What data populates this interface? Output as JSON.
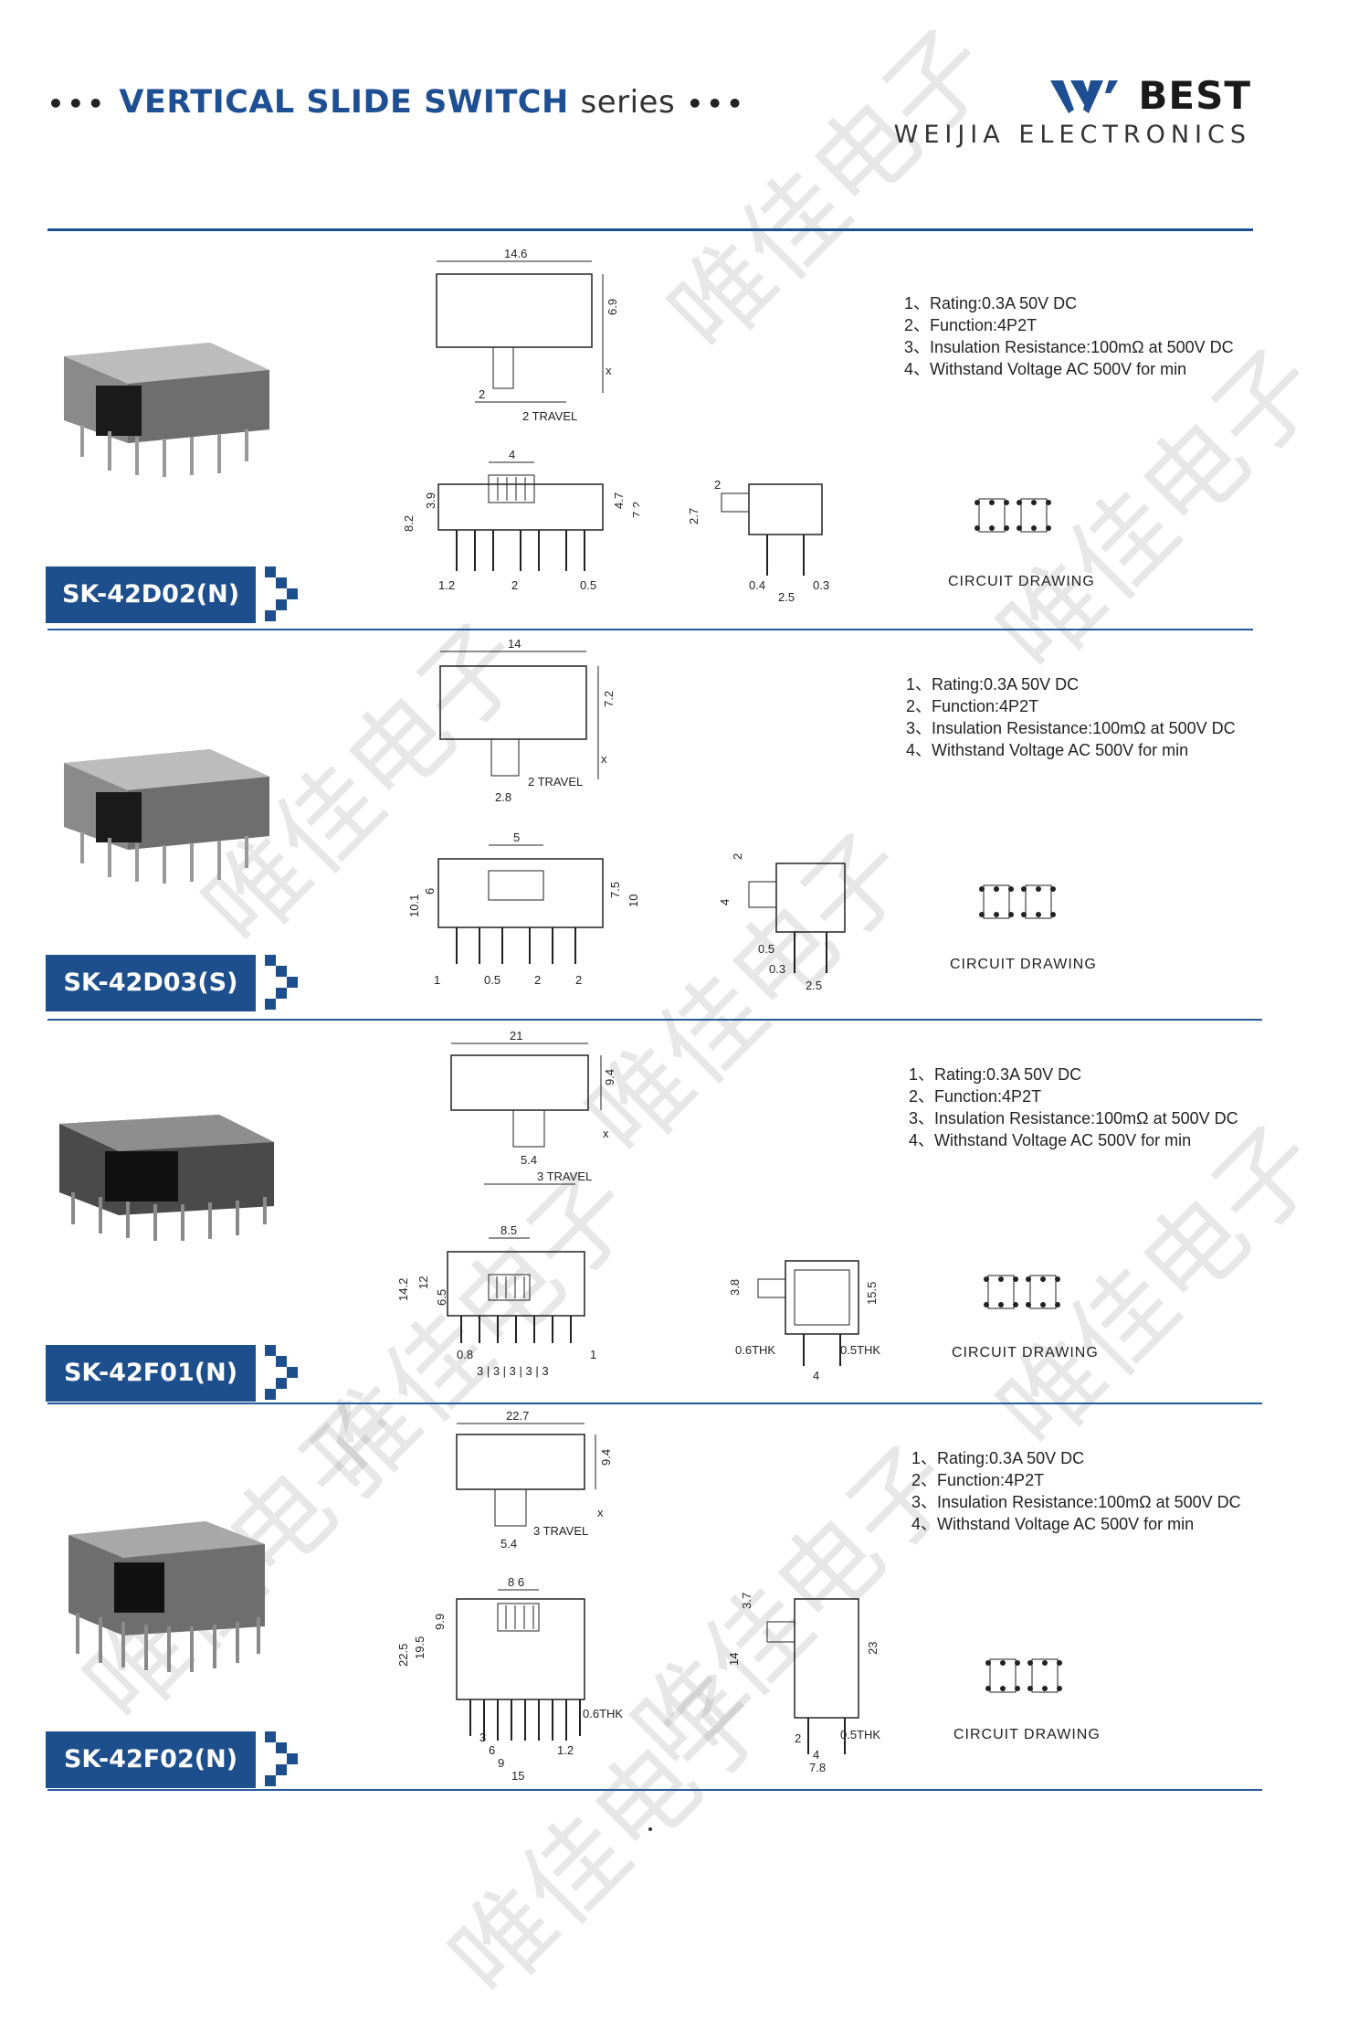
{
  "header": {
    "title_bold": "VERTICAL SLIDE SWITCH",
    "title_series": "series",
    "brand": "BEST",
    "brand_sub": "WEIJIA ELECTRONICS"
  },
  "specs": [
    "1、Rating:0.3A 50V DC",
    "2、Function:4P2T",
    "3、Insulation Resistance:100mΩ at 500V DC",
    "4、Withstand Voltage AC 500V for min"
  ],
  "circuit_caption": "CIRCUIT DRAWING",
  "products": [
    {
      "model": "SK-42D02(N)",
      "dims": {
        "len": "14.6",
        "h": "6.9",
        "x": "x",
        "knob": "2",
        "travel": "2 TRAVEL",
        "f_pitch": "4",
        "f_h1": "8.2",
        "f_h2": "3.9",
        "f_h3": "4.7",
        "f_h4": "7.2",
        "f_p1": "1.2",
        "f_p2": "2",
        "f_p3": "0.5",
        "s_knob": "2",
        "s_h": "2.7",
        "s_a": "0.4",
        "s_b": "2.5",
        "s_c": "0.3"
      }
    },
    {
      "model": "SK-42D03(S)",
      "dims": {
        "len": "14",
        "h": "7.2",
        "x": "x",
        "knob": "2.8",
        "travel": "2 TRAVEL",
        "f_pitch": "5",
        "f_h1": "10.1",
        "f_h2": "6",
        "f_h3": "7.5",
        "f_h4": "10",
        "f_p1": "1",
        "f_p2": "0.5",
        "f_p3": "2",
        "f_p4": "2",
        "s_knob": "2",
        "s_h": "4",
        "s_a": "0.5",
        "s_b": "0.3",
        "s_c": "2.5"
      }
    },
    {
      "model": "SK-42F01(N)",
      "dims": {
        "len": "21",
        "h": "9.4",
        "x": "x",
        "knob": "5.4",
        "travel": "3 TRAVEL",
        "f_pitch": "8.5",
        "f_h1": "14.2",
        "f_h2": "12",
        "f_h3": "6.5",
        "f_p1": "0.8",
        "f_p2": "1",
        "f_pins": "3 | 3 | 3 | 3 | 3",
        "s_h": "3.8",
        "s_a": "0.6THK",
        "s_b": "0.5THK",
        "s_c": "4",
        "s_d": "15.5"
      }
    },
    {
      "model": "SK-42F02(N)",
      "dims": {
        "len": "22.7",
        "h": "9.4",
        "x": "x",
        "knob": "5.4",
        "travel": "3 TRAVEL",
        "f_pitch": "8 6",
        "f_h1": "22.5",
        "f_h2": "19.5",
        "f_h3": "9.9",
        "f_p1": "3",
        "f_p2": "6",
        "f_p3": "9",
        "f_p4": "15",
        "f_p5": "1.2",
        "f_thk": "0.6THK",
        "s_h": "3.7",
        "s_a": "14",
        "s_b": "23",
        "s_c": "2",
        "s_d": "4",
        "s_e": "7.8",
        "s_thk": "0.5THK"
      }
    }
  ],
  "watermark": "唯佳电子"
}
